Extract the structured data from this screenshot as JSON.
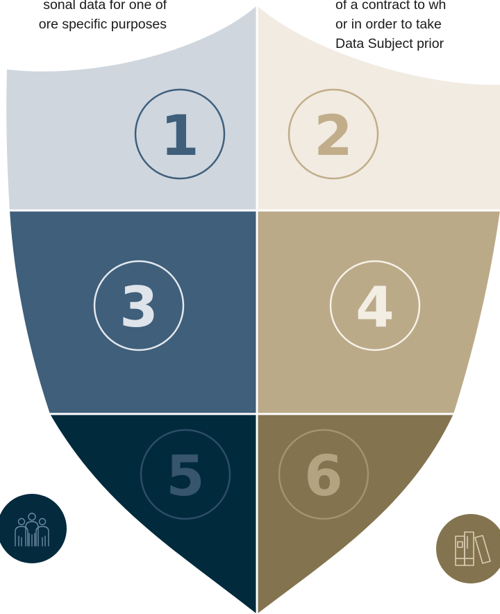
{
  "captions": {
    "left": [
      "sonal data for one of",
      "ore specific purposes"
    ],
    "right": [
      "of a contract to wh",
      "or in order to take",
      "Data Subject prior"
    ]
  },
  "segments": [
    {
      "number": "1",
      "fill": "#cfd6de",
      "circle": "#3f5f7b",
      "text": "#3f5f7b"
    },
    {
      "number": "2",
      "fill": "#f1ebe2",
      "circle": "#c1ad89",
      "text": "#c1ad89"
    },
    {
      "number": "3",
      "fill": "#3f5f7b",
      "circle": "#e3e8ee",
      "text": "#dfe4ea"
    },
    {
      "number": "4",
      "fill": "#bbaa88",
      "circle": "#f6f1e8",
      "text": "#f3eee4"
    },
    {
      "number": "5",
      "fill": "#012a3d",
      "circle": "#2e4d66",
      "text": "#37556d"
    },
    {
      "number": "6",
      "fill": "#83744f",
      "circle": "#a3946f",
      "text": "#b2a480"
    }
  ],
  "icons": {
    "left": {
      "name": "people-group-icon",
      "background": "#032a3d",
      "stroke": "#6e8aa5"
    },
    "right": {
      "name": "books-icon",
      "background": "#83744f",
      "stroke": "#d9ceb4"
    }
  }
}
